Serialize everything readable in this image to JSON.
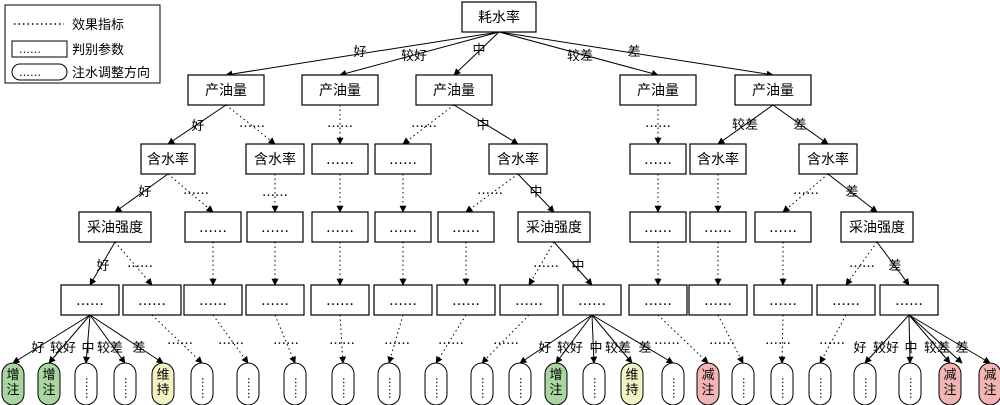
{
  "legend": {
    "items": [
      {
        "kind": "line",
        "label": "效果指标"
      },
      {
        "kind": "rect",
        "label": "判别参数"
      },
      {
        "kind": "pill",
        "label": "注水调整方向"
      }
    ]
  },
  "placeholder": "……",
  "edge_labels": {
    "good": "好",
    "better": "较好",
    "mid": "中",
    "worse": "较差",
    "bad": "差"
  },
  "nodes": {
    "root": "耗水率",
    "prod": "产油量",
    "water_cut": "含水率",
    "intensity": "采油强度"
  },
  "outcomes": {
    "increase": "增注",
    "maintain": "维持",
    "decrease": "减注"
  },
  "colors": {
    "increase": "#a8d5a0",
    "maintain": "#f3f2c4",
    "decrease": "#f3b4b4"
  }
}
